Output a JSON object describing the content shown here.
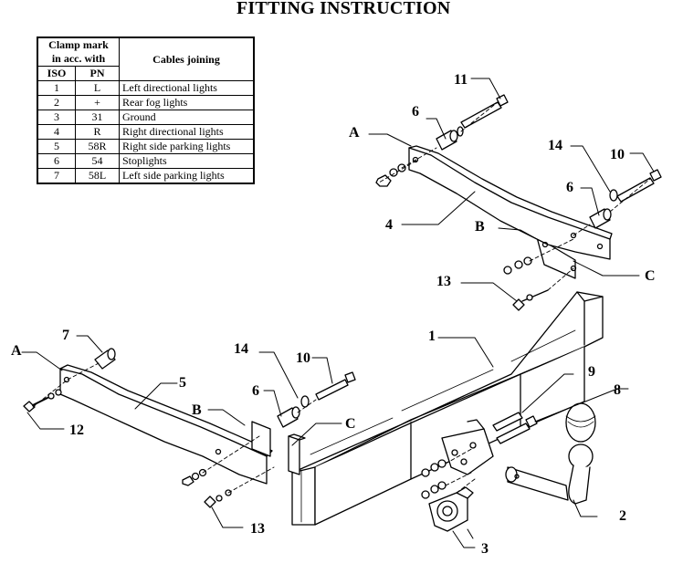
{
  "title": "FITTING INSTRUCTION",
  "table": {
    "header_clamp": "Clamp mark in acc. with",
    "header_clamp_line1": "Clamp mark",
    "header_clamp_line2": "in acc. with",
    "header_cables": "Cables joining",
    "header_iso": "ISO",
    "header_pn": "PN",
    "rows": [
      {
        "iso": "1",
        "pn": "L",
        "cable": "Left directional lights"
      },
      {
        "iso": "2",
        "pn": "+",
        "cable": "Rear fog lights"
      },
      {
        "iso": "3",
        "pn": "31",
        "cable": "Ground"
      },
      {
        "iso": "4",
        "pn": "R",
        "cable": "Right directional lights"
      },
      {
        "iso": "5",
        "pn": "58R",
        "cable": "Right side parking lights"
      },
      {
        "iso": "6",
        "pn": "54",
        "cable": "Stoplights"
      },
      {
        "iso": "7",
        "pn": "58L",
        "cable": "Left side parking lights"
      }
    ]
  },
  "callouts": {
    "c1": "1",
    "c2": "2",
    "c3": "3",
    "c4": "4",
    "c5": "5",
    "c6a": "6",
    "c6b": "6",
    "c6c": "6",
    "c7": "7",
    "c8": "8",
    "c9": "9",
    "c10a": "10",
    "c10b": "10",
    "c11": "11",
    "c12": "12",
    "c13a": "13",
    "c13b": "13",
    "c14a": "14",
    "c14b": "14",
    "A1": "A",
    "A2": "A",
    "B1": "B",
    "B2": "B",
    "C1": "C",
    "C2": "C"
  }
}
